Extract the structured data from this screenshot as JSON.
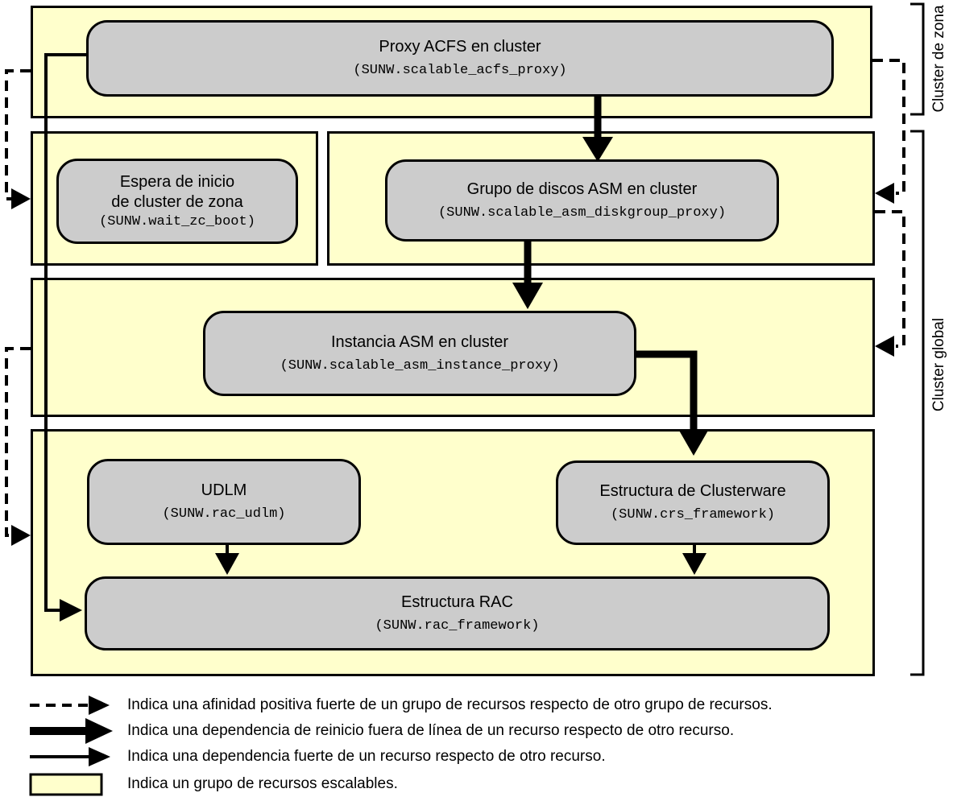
{
  "diagram": {
    "side_labels": {
      "zone_cluster": "Cluster de zona",
      "global_cluster": "Cluster global"
    },
    "resources": [
      {
        "title": "Proxy ACFS en cluster",
        "type": "(SUNW.scalable_acfs_proxy)"
      },
      {
        "title": "Espera de inicio",
        "title2": "de cluster de zona",
        "type": "(SUNW.wait_zc_boot)"
      },
      {
        "title": "Grupo de discos ASM en cluster",
        "type": "(SUNW.scalable_asm_diskgroup_proxy)"
      },
      {
        "title": "Instancia ASM en cluster",
        "type": "(SUNW.scalable_asm_instance_proxy)"
      },
      {
        "title": "UDLM",
        "type": "(SUNW.rac_udlm)"
      },
      {
        "title": "Estructura de Clusterware",
        "type": "(SUNW.crs_framework)"
      },
      {
        "title": "Estructura RAC",
        "type": "(SUNW.rac_framework)"
      }
    ],
    "legend": [
      {
        "symbol": "dashed-arrow",
        "text": "Indica una afinidad positiva fuerte de un grupo de recursos respecto de otro grupo de recursos."
      },
      {
        "symbol": "thick-arrow",
        "text": "Indica una dependencia de reinicio fuera de línea de un recurso respecto de otro recurso."
      },
      {
        "symbol": "thin-arrow",
        "text": "Indica una dependencia fuerte de un recurso respecto de otro recurso."
      },
      {
        "symbol": "scalable-group-box",
        "text": "Indica un grupo de recursos escalables."
      }
    ],
    "colors": {
      "group_fill": "#ffffcc",
      "resource_fill": "#cccccc",
      "line": "#000000"
    }
  }
}
